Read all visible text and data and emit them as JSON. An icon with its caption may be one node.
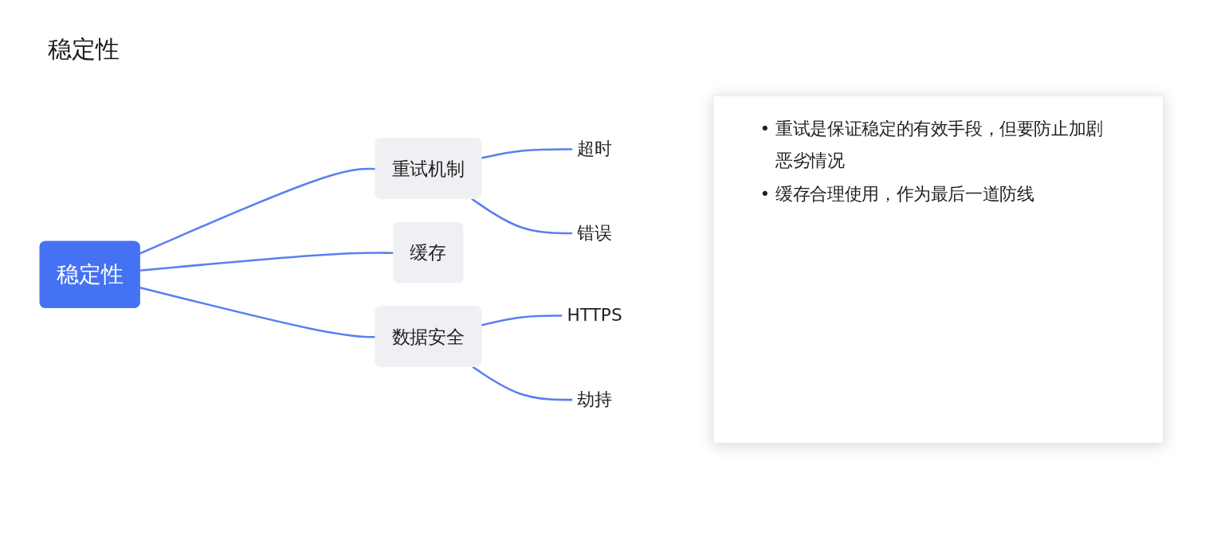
{
  "diagram": {
    "title": "稳定性",
    "nodes": [
      {
        "text": [
          "稳定性"
        ]
      },
      {
        "text": [
          "重试机制"
        ]
      },
      {
        "text": [
          "超时"
        ]
      },
      {
        "text": [
          "错误"
        ]
      },
      {
        "text": [
          "缓存"
        ]
      },
      {
        "text": [
          "数据安全"
        ]
      },
      {
        "text": [
          "HTTPS"
        ]
      },
      {
        "text": [
          "劫持"
        ]
      },
      {
        "text": [
          "• 重试是保证稳定的有效手段，但要防止加剧恶劣情况",
          "• 缓存合理使用，作为最后一道防线"
        ]
      }
    ],
    "edges": [
      {
        "from": 0,
        "to": 1,
        "arrow": "none"
      },
      {
        "from": 0,
        "to": 4,
        "arrow": "none"
      },
      {
        "from": 0,
        "to": 5,
        "arrow": "none"
      },
      {
        "from": 1,
        "to": 2,
        "arrow": "none"
      },
      {
        "from": 1,
        "to": 3,
        "arrow": "none"
      },
      {
        "from": 5,
        "to": 6,
        "arrow": "none"
      },
      {
        "from": 5,
        "to": 7,
        "arrow": "none"
      }
    ]
  }
}
